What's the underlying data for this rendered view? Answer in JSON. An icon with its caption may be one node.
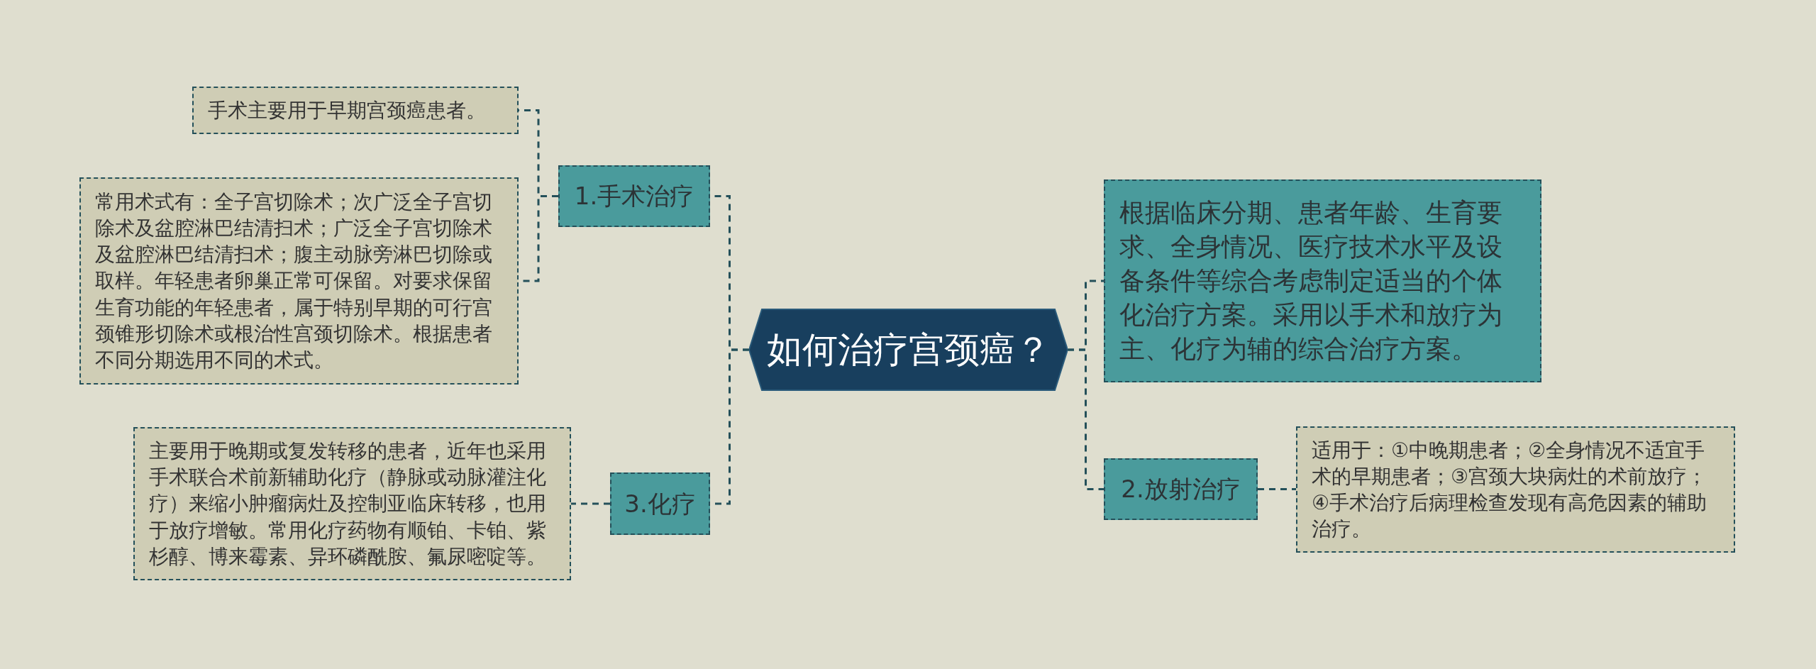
{
  "diagram": {
    "nodes": [
      {
        "text": [
          "如何治疗宫颈癌？"
        ]
      },
      {
        "text": [
          "1.手术治疗"
        ]
      },
      {
        "text": [
          "手术主要用于早期宫颈癌患者。"
        ]
      },
      {
        "text": [
          "常用术式有：全子宫切除术；次广泛全子宫切除术及盆腔淋巴结清扫术；广泛全子宫切除术及盆腔淋巴结清扫术；腹主动脉旁淋巴切除或取样。年轻患者卵巢正常可保留。对要求保留生育功能的年轻患者，属于特别早期的可行宫颈锥形切除术或根治性宫颈切除术。根据患者不同分期选用不同的术式。"
        ]
      },
      {
        "text": [
          "3.化疗"
        ]
      },
      {
        "text": [
          "主要用于晚期或复发转移的患者，近年也采用手术联合术前新辅助化疗（静脉或动脉灌注化疗）来缩小肿瘤病灶及控制亚临床转移，也用于放疗增敏。常用化疗药物有顺铂、卡铂、紫杉醇、博来霉素、异环磷酰胺、氟尿嘧啶等。"
        ]
      },
      {
        "text": [
          "根据临床分期、患者年龄、生育要求、全身情况、医疗技术水平及设备条件等综合考虑制定适当的个体化治疗方案。采用以手术和放疗为主、化疗为辅的综合治疗方案。"
        ]
      },
      {
        "text": [
          "2.放射治疗"
        ]
      },
      {
        "text": [
          "适用于：①中晚期患者；②全身情况不适宜手术的早期患者；③宫颈大块病灶的术前放疗；④手术治疗后病理检查发现有高危因素的辅助治疗。"
        ]
      }
    ],
    "edges": [
      {
        "from": 0,
        "to": 1,
        "arrow": "none",
        "style": "dashed"
      },
      {
        "from": 1,
        "to": 2,
        "arrow": "none",
        "style": "dashed"
      },
      {
        "from": 1,
        "to": 3,
        "arrow": "none",
        "style": "dashed"
      },
      {
        "from": 0,
        "to": 4,
        "arrow": "none",
        "style": "dashed"
      },
      {
        "from": 4,
        "to": 5,
        "arrow": "none",
        "style": "dashed"
      },
      {
        "from": 0,
        "to": 6,
        "arrow": "none",
        "style": "dashed"
      },
      {
        "from": 0,
        "to": 7,
        "arrow": "none",
        "style": "dashed"
      },
      {
        "from": 7,
        "to": 8,
        "arrow": "none",
        "style": "dashed"
      }
    ]
  }
}
